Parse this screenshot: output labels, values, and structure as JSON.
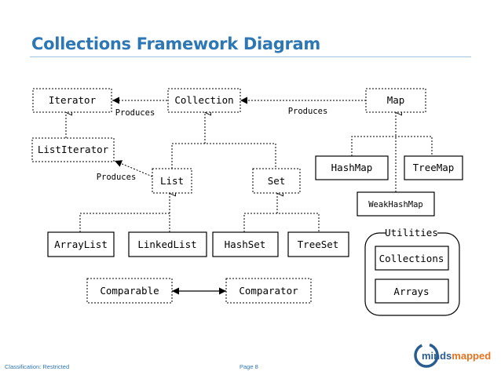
{
  "title": "Collections Framework Diagram",
  "diagram": {
    "nodes": {
      "iterator": "Iterator",
      "collection": "Collection",
      "map": "Map",
      "list_iterator": "ListIterator",
      "list": "List",
      "set": "Set",
      "hash_map": "HashMap",
      "tree_map": "TreeMap",
      "weak_hash_map": "WeakHashMap",
      "array_list": "ArrayList",
      "linked_list": "LinkedList",
      "hash_set": "HashSet",
      "tree_set": "TreeSet",
      "comparable": "Comparable",
      "comparator": "Comparator"
    },
    "edge_labels": {
      "produces_iterator": "Produces",
      "produces_map": "Produces",
      "produces_list_iterator": "Produces"
    },
    "utilities": {
      "label": "Utilities",
      "items": [
        "Collections",
        "Arrays"
      ]
    }
  },
  "footer": {
    "classification": "Classification: Restricted",
    "page": "Page 8"
  },
  "logo": {
    "text_part1": "minds",
    "text_part2": "mapped",
    "color_part1": "#2a5d8f",
    "color_part2": "#e8731f"
  }
}
